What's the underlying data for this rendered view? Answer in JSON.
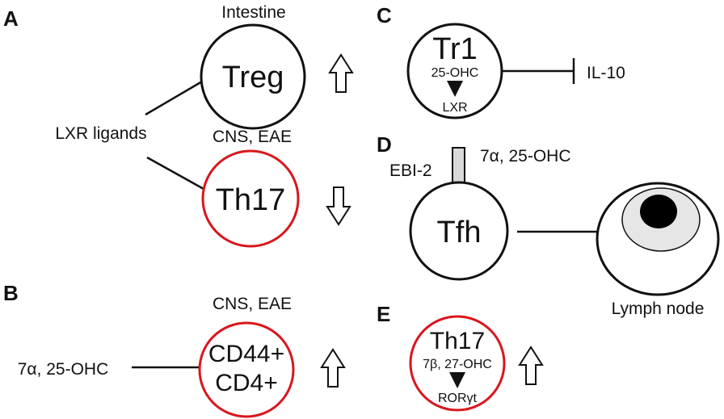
{
  "colors": {
    "outline": "#111111",
    "highlight_red": "#d8171d",
    "receptor_gray": "#d9d9d9",
    "follicle_gray": "#e6e6e6"
  },
  "panels": {
    "A": {
      "letter": "A",
      "site_top": "Intestine",
      "cell_top": "Treg",
      "site_bottom": "CNS, EAE",
      "cell_bottom": "Th17",
      "ligand": "LXR ligands",
      "effect_top": "up",
      "effect_bottom": "down"
    },
    "B": {
      "letter": "B",
      "site": "CNS, EAE",
      "ligand": "7α, 25-OHC",
      "cell_line1": "CD44+",
      "cell_line2": "CD4+",
      "effect": "up"
    },
    "C": {
      "letter": "C",
      "cell": "Tr1",
      "metabolite": "25-OHC",
      "receptor": "LXR",
      "target": "IL-10",
      "effect": "inhibits"
    },
    "D": {
      "letter": "D",
      "receptor": "EBI-2",
      "ligand": "7α, 25-OHC",
      "cell": "Tfh",
      "destination": "Lymph node"
    },
    "E": {
      "letter": "E",
      "cell": "Th17",
      "metabolite": "7β, 27-OHC",
      "receptor": "RORγt",
      "effect": "up"
    }
  }
}
